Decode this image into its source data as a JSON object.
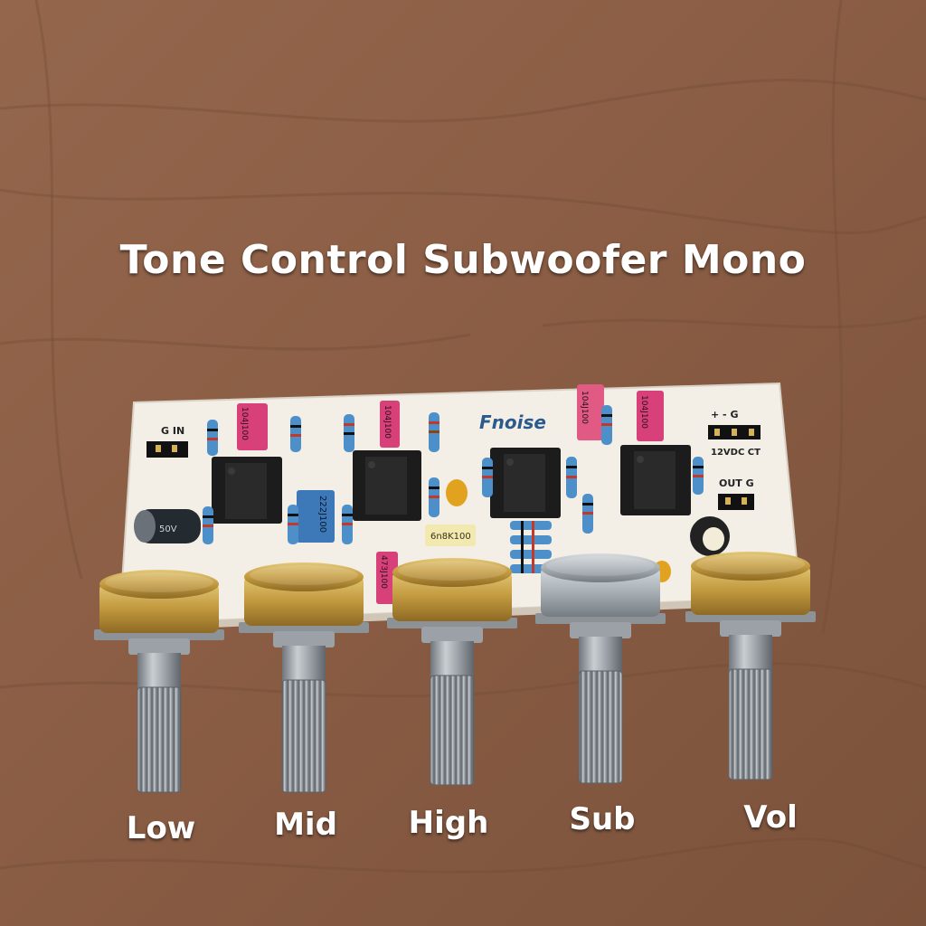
{
  "title": "Tone Control Subwoofer Mono",
  "board": {
    "brand": "Fnoise",
    "silkscreen": {
      "input_pins": "G  IN",
      "power_pins": "+  -  G",
      "power_label": "12VDC CT",
      "output_pins": "OUT G"
    },
    "capacitor_marks": [
      "104J100",
      "104J100",
      "104J100",
      "104J100",
      "222J100",
      "473J100",
      "6n8K100"
    ],
    "electrolytic_mark": "50V"
  },
  "knobs": [
    {
      "label": "Low"
    },
    {
      "label": "Mid"
    },
    {
      "label": "High"
    },
    {
      "label": "Sub"
    },
    {
      "label": "Vol"
    }
  ],
  "colors": {
    "table": "#8a5f45",
    "board": "#f1ece4",
    "brass": "#c9a44c",
    "steel": "#a9acb0",
    "film_cap": "#d8407a",
    "ic": "#1c1c1c",
    "resistor": "#4d90c9"
  }
}
